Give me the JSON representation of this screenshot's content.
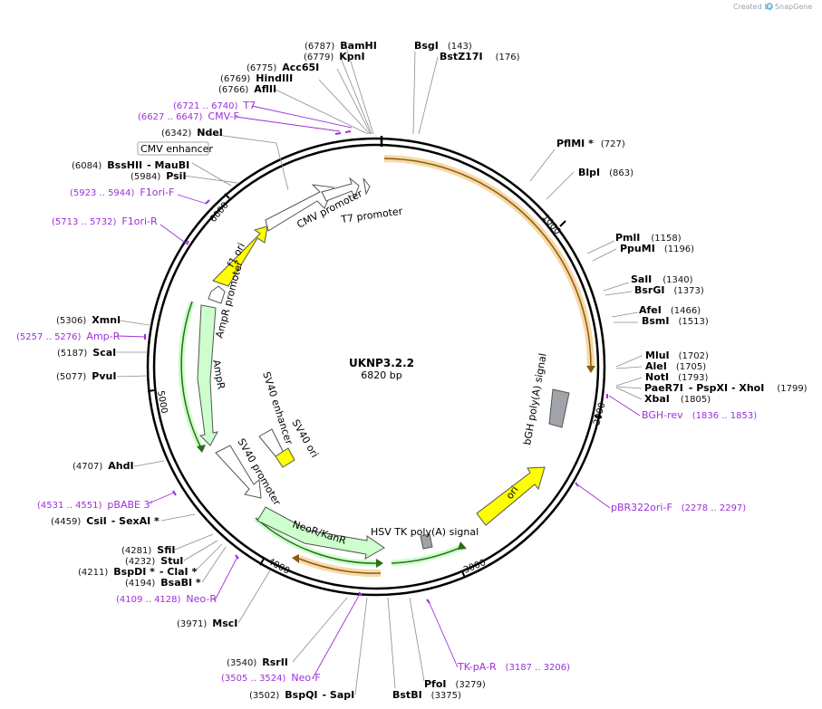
{
  "credit": {
    "prefix": "Created by",
    "brand": "SnapGene"
  },
  "plasmid": {
    "name": "UKNP3.2.2",
    "size_label": "6820 bp"
  },
  "ticks": [
    "1000",
    "2000",
    "3000",
    "4000",
    "5000",
    "6000"
  ],
  "enzymes": [
    {
      "pos": "(6787)",
      "name": "BamHI"
    },
    {
      "pos": "(6779)",
      "name": "KpnI"
    },
    {
      "pos": "(6775)",
      "name": "Acc65I"
    },
    {
      "pos": "(6769)",
      "name": "HindIII"
    },
    {
      "pos": "(6766)",
      "name": "AflII"
    },
    {
      "pos": "(6342)",
      "name": "NdeI"
    },
    {
      "pos": "(6084)",
      "name": "BssHII",
      "extra": "- MauBI"
    },
    {
      "pos": "(5984)",
      "name": "PsiI"
    },
    {
      "pos": "(5306)",
      "name": "XmnI"
    },
    {
      "pos": "(5187)",
      "name": "ScaI"
    },
    {
      "pos": "(5077)",
      "name": "PvuI"
    },
    {
      "pos": "(4707)",
      "name": "AhdI"
    },
    {
      "pos": "(4459)",
      "name": "CsiI",
      "extra": "- SexAI *"
    },
    {
      "pos": "(4281)",
      "name": "SfiI"
    },
    {
      "pos": "(4232)",
      "name": "StuI"
    },
    {
      "pos": "(4211)",
      "name": "BspDI *",
      "extra": "- ClaI *"
    },
    {
      "pos": "(4194)",
      "name": "BsaBI *"
    },
    {
      "pos": "(3971)",
      "name": "MscI"
    },
    {
      "pos": "(3540)",
      "name": "RsrII"
    },
    {
      "pos": "(3502)",
      "name": "BspQI",
      "extra": "- SapI"
    },
    {
      "name": "BsgI",
      "pos": "(143)"
    },
    {
      "name": "BstZ17I",
      "pos": "(176)"
    },
    {
      "name": "PflMI *",
      "pos": "(727)"
    },
    {
      "name": "BlpI",
      "pos": "(863)"
    },
    {
      "name": "PmlI",
      "pos": "(1158)"
    },
    {
      "name": "PpuMI",
      "pos": "(1196)"
    },
    {
      "name": "SalI",
      "pos": "(1340)"
    },
    {
      "name": "BsrGI",
      "pos": "(1373)"
    },
    {
      "name": "AfeI",
      "pos": "(1466)"
    },
    {
      "name": "BsmI",
      "pos": "(1513)"
    },
    {
      "name": "MluI",
      "pos": "(1702)"
    },
    {
      "name": "AleI",
      "pos": "(1705)"
    },
    {
      "name": "NotI",
      "pos": "(1793)"
    },
    {
      "name": "PaeR7I",
      "extra": "- PspXI  - XhoI",
      "pos": "(1799)"
    },
    {
      "name": "XbaI",
      "pos": "(1805)"
    },
    {
      "name": "BstBI",
      "pos": "(3375)"
    },
    {
      "name": "PfoI",
      "pos": "(3279)"
    }
  ],
  "primers": [
    {
      "range": "(6721 .. 6740)",
      "name": "T7"
    },
    {
      "range": "(6627 .. 6647)",
      "name": "CMV-F"
    },
    {
      "range": "(5923 .. 5944)",
      "name": "F1ori-F"
    },
    {
      "range": "(5713 .. 5732)",
      "name": "F1ori-R"
    },
    {
      "range": "(5257 .. 5276)",
      "name": "Amp-R"
    },
    {
      "range": "(4531 .. 4551)",
      "name": "pBABE 3'"
    },
    {
      "range": "(4109 .. 4128)",
      "name": "Neo-R"
    },
    {
      "range": "(3505 .. 3524)",
      "name": "Neo-F"
    },
    {
      "name": "BGH-rev",
      "range": "(1836 .. 1853)"
    },
    {
      "name": "pBR322ori-F",
      "range": "(2278 .. 2297)"
    },
    {
      "name": "TK-pA-R",
      "range": "(3187 .. 3206)"
    }
  ],
  "features": {
    "cmv_enhancer": "CMV enhancer",
    "cmv_promoter": "CMV promoter",
    "t7_promoter": "T7 promoter",
    "f1_ori": "f1 ori",
    "ampr_promoter": "AmpR promoter",
    "ampr": "AmpR",
    "sv40_promoter": "SV40 promoter",
    "sv40_enhancer": "SV40 enhancer",
    "sv40_ori": "SV40 ori",
    "neor_kanr": "NeoR/KanR",
    "hsv_tk": "HSV TK poly(A) signal",
    "ori": "ori",
    "bgh": "bGH poly(A) signal"
  },
  "colors": {
    "primer": "#9b30d9",
    "orf_orange": "#f5a623",
    "yellow": "#ffff00",
    "light_green": "#ccffcc",
    "gray": "#a0a4a8"
  }
}
